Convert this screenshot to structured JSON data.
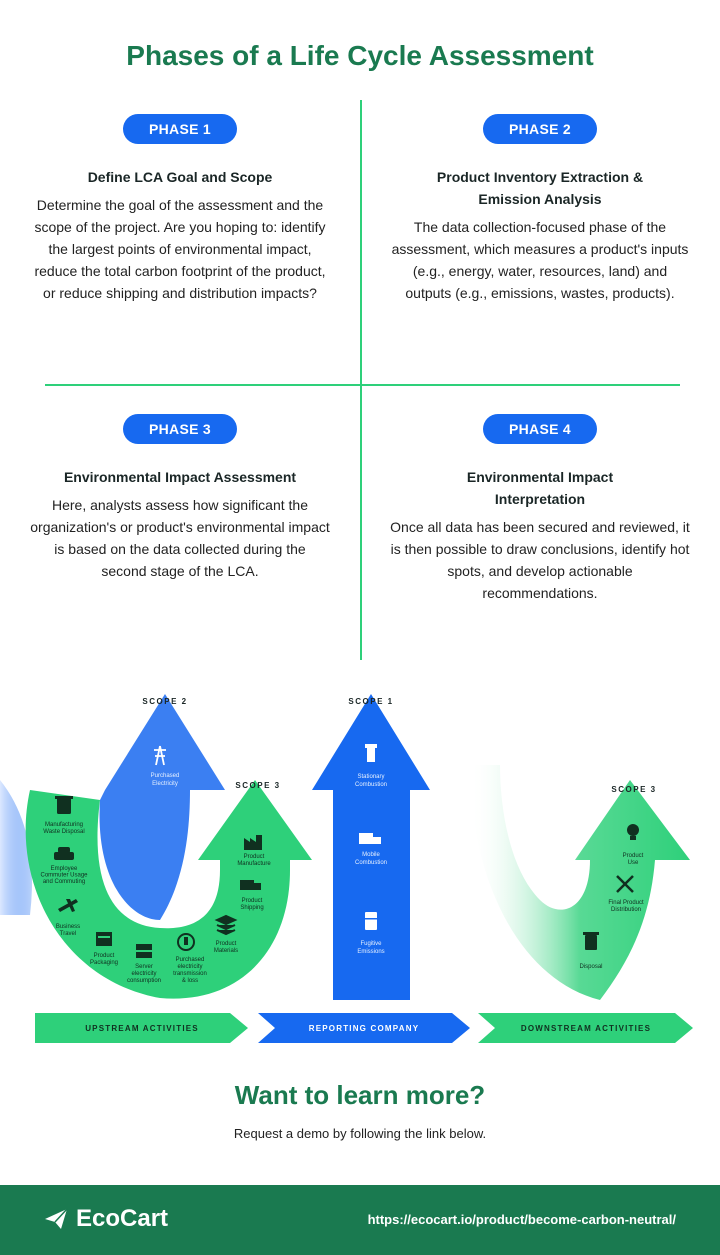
{
  "title": "Phases of a Life Cycle Assessment",
  "phases": [
    {
      "label": "PHASE 1",
      "title": "Define LCA Goal and Scope",
      "desc": "Determine the goal of the assessment and the scope of the project. Are you hoping to: identify the largest points of environmental impact, reduce the total carbon footprint of the product, or reduce shipping and distribution impacts?"
    },
    {
      "label": "PHASE 2",
      "title": "Product Inventory Extraction & Emission Analysis",
      "desc": "The data collection-focused phase of the assessment, which measures a product's inputs (e.g., energy, water, resources, land) and outputs (e.g., emissions, wastes, products)."
    },
    {
      "label": "PHASE 3",
      "title": "Environmental Impact Assessment",
      "desc": "Here, analysts assess how significant the organization's or product's environmental impact is based on the data collected during the second stage of the LCA."
    },
    {
      "label": "PHASE 4",
      "title": "Environmental Impact Interpretation",
      "desc": "Once all data has been secured and reviewed, it is then possible to draw conclusions, identify hot spots, and develop actionable recommendations."
    }
  ],
  "diagram": {
    "scope2": "SCOPE 2",
    "scope1": "SCOPE 1",
    "scope3_up": "SCOPE 3",
    "scope3_down": "SCOPE 3",
    "purchased_electricity": [
      "Purchased",
      "Electricity"
    ],
    "waste": [
      "Manufacturing",
      "Waste Disposal"
    ],
    "employee": [
      "Employee",
      "Commuter Usage",
      "and Commuting"
    ],
    "business_travel": [
      "Business",
      "Travel"
    ],
    "packaging": [
      "Product",
      "Packaging"
    ],
    "server": [
      "Server",
      "electricity",
      "consumption"
    ],
    "purchased_elec_tl": [
      "Purchased",
      "electricity",
      "transmission",
      "& loss"
    ],
    "materials": [
      "Product",
      "Materials"
    ],
    "shipping": [
      "Product",
      "Shipping"
    ],
    "manufacture": [
      "Product",
      "Manufacture"
    ],
    "stationary": [
      "Stationary",
      "Combustion"
    ],
    "mobile": [
      "Mobile",
      "Combustion"
    ],
    "fugitive": [
      "Fugitive",
      "Emissions"
    ],
    "use": [
      "Product",
      "Use"
    ],
    "distribution": [
      "Final Product",
      "Distribution"
    ],
    "disposal": [
      "Disposal"
    ],
    "band_upstream": "UPSTREAM ACTIVITIES",
    "band_reporting": "REPORTING COMPANY",
    "band_downstream": "DOWNSTREAM ACTIVITIES"
  },
  "cta": {
    "heading": "Want to learn more?",
    "sub": "Request a demo by following the link below."
  },
  "footer": {
    "brand": "EcoCart",
    "url": "https://ecocart.io/product/become-carbon-neutral/"
  },
  "colors": {
    "green_dark": "#1a7a50",
    "green": "#2ed07a",
    "blue": "#1769f0"
  }
}
